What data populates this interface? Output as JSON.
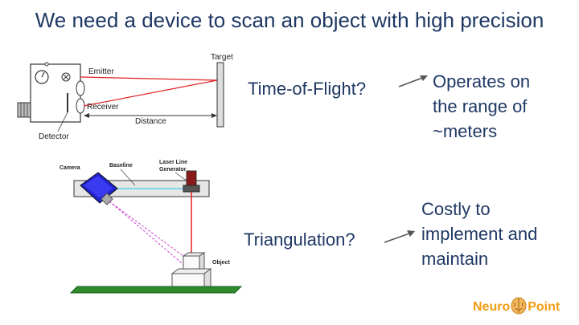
{
  "slide": {
    "title": "We need a device to scan an object with high precision"
  },
  "tof_diagram": {
    "emitter_label": "Emitter",
    "receiver_label": "Receiver",
    "detector_label": "Detector",
    "target_label": "Target",
    "distance_label": "Distance"
  },
  "tri_diagram": {
    "camera_label": "Camera",
    "baseline_label": "Baseline",
    "laser_label_line1": "Laser Line",
    "laser_label_line2": "Generator",
    "object_label": "Object"
  },
  "tof": {
    "question": "Time-of-Flight?",
    "note_lines": [
      "Operates on",
      "the range of",
      "~meters"
    ]
  },
  "triangulation": {
    "question": "Triangulation?",
    "note_lines": [
      "Costly to",
      "implement and",
      "maintain"
    ]
  },
  "logo": {
    "neuro": "Neuro",
    "point": "Point",
    "icon": "brain-icon"
  },
  "colors": {
    "title": "#1f3864",
    "laser": "#e02020",
    "camera": "#2222cc",
    "ground": "#2e8b2e",
    "logo": "#f39c12"
  }
}
